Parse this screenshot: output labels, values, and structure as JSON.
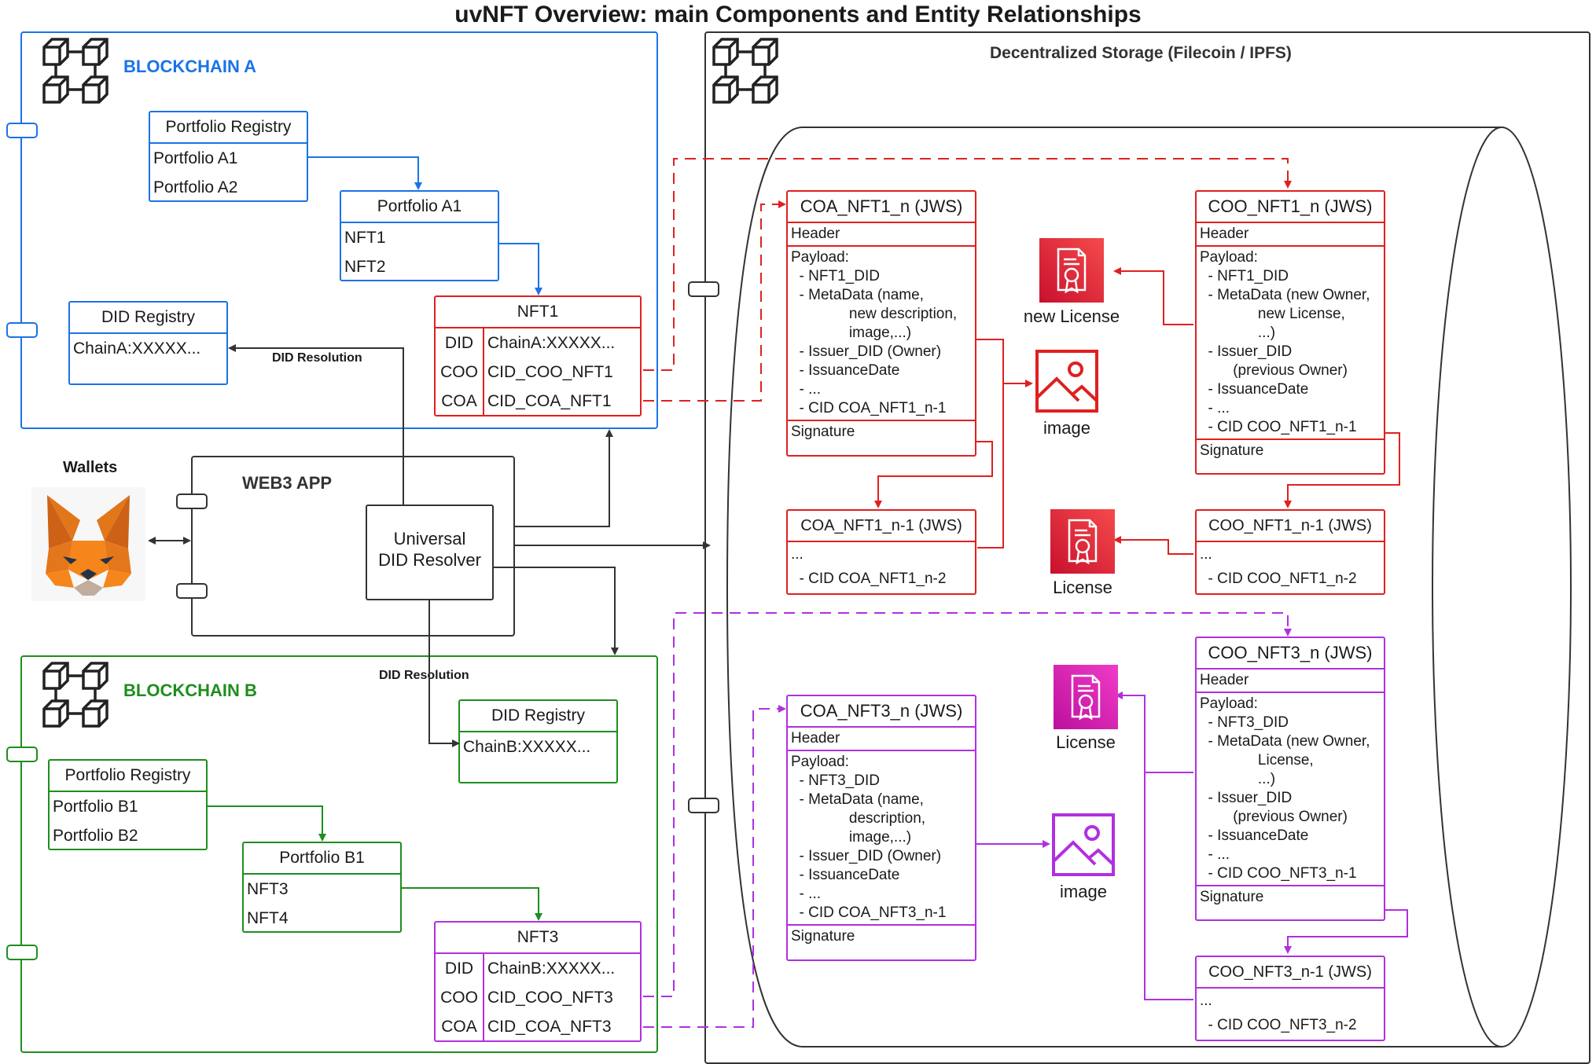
{
  "title": "uvNFT Overview: main Components and Entity Relationships",
  "colors": {
    "blockchain_a": "#1a73e8",
    "blockchain_b": "#1e8e1e",
    "nft1": "#e02020",
    "nft3": "#b030e0",
    "neutral": "#333333"
  },
  "blockchain_a": {
    "label": "BLOCKCHAIN A",
    "icon": "blockchain-cubes-icon",
    "portfolio_registry": {
      "title": "Portfolio Registry",
      "items": [
        "Portfolio A1",
        "Portfolio A2"
      ]
    },
    "portfolio": {
      "title": "Portfolio A1",
      "items": [
        "NFT1",
        "NFT2"
      ]
    },
    "did_registry": {
      "title": "DID Registry",
      "items": [
        "ChainA:XXXXX..."
      ]
    },
    "nft": {
      "title": "NFT1",
      "rows": [
        {
          "key": "DID",
          "value": "ChainA:XXXXX..."
        },
        {
          "key": "COO",
          "value": "CID_COO_NFT1"
        },
        {
          "key": "COA",
          "value": "CID_COA_NFT1"
        }
      ]
    }
  },
  "blockchain_b": {
    "label": "BLOCKCHAIN B",
    "icon": "blockchain-cubes-icon",
    "portfolio_registry": {
      "title": "Portfolio Registry",
      "items": [
        "Portfolio B1",
        "Portfolio B2"
      ]
    },
    "portfolio": {
      "title": "Portfolio B1",
      "items": [
        "NFT3",
        "NFT4"
      ]
    },
    "did_registry": {
      "title": "DID Registry",
      "items": [
        "ChainB:XXXXX..."
      ]
    },
    "nft": {
      "title": "NFT3",
      "rows": [
        {
          "key": "DID",
          "value": "ChainB:XXXXX..."
        },
        {
          "key": "COO",
          "value": "CID_COO_NFT3"
        },
        {
          "key": "COA",
          "value": "CID_COA_NFT3"
        }
      ]
    }
  },
  "wallets": {
    "label": "Wallets",
    "icon": "metamask-fox-icon"
  },
  "web3_app": {
    "label": "WEB3 APP",
    "resolver_line1": "Universal",
    "resolver_line2": "DID Resolver"
  },
  "did_resolution_label": "DID Resolution",
  "storage": {
    "label": "Decentralized Storage (Filecoin / IPFS)",
    "icon": "blockchain-cubes-icon"
  },
  "jws": {
    "coa_nft1_n": {
      "title": "COA_NFT1_n  (JWS)",
      "header": "Header",
      "payload": "Payload:\n  - NFT1_DID\n  - MetaData (name,\n              new description,\n              image,...)\n  - Issuer_DID (Owner)\n  - IssuanceDate\n  - ...\n  - CID COA_NFT1_n-1",
      "signature": "Signature"
    },
    "coo_nft1_n": {
      "title": "COO_NFT1_n  (JWS)",
      "header": "Header",
      "payload": "Payload:\n  - NFT1_DID\n  - MetaData (new Owner,\n              new License,\n              ...)\n  - Issuer_DID\n        (previous Owner)\n  - IssuanceDate\n  - ...\n  - CID COO_NFT1_n-1",
      "signature": "Signature"
    },
    "coa_nft1_n1": {
      "title": "COA_NFT1_n-1  (JWS)",
      "dots": "...",
      "cid": "  - CID COA_NFT1_n-2"
    },
    "coo_nft1_n1": {
      "title": "COO_NFT1_n-1  (JWS)",
      "dots": "...",
      "cid": "  - CID COO_NFT1_n-2"
    },
    "coa_nft3_n": {
      "title": "COA_NFT3_n  (JWS)",
      "header": "Header",
      "payload": "Payload:\n  - NFT3_DID\n  - MetaData (name,\n              description,\n              image,...)\n  - Issuer_DID (Owner)\n  - IssuanceDate\n  - ...\n  - CID COA_NFT3_n-1",
      "signature": "Signature"
    },
    "coo_nft3_n": {
      "title": "COO_NFT3_n  (JWS)",
      "header": "Header",
      "payload": "Payload:\n  - NFT3_DID\n  - MetaData (new Owner,\n              License,\n              ...)\n  - Issuer_DID\n        (previous Owner)\n  - IssuanceDate\n  - ...\n  - CID COO_NFT3_n-1",
      "signature": "Signature"
    },
    "coo_nft3_n1": {
      "title": "COO_NFT3_n-1  (JWS)",
      "dots": "...",
      "cid": "  - CID COO_NFT3_n-2"
    }
  },
  "assets": {
    "new_license": {
      "caption": "new License",
      "icon": "license-certificate-icon"
    },
    "image1": {
      "caption": "image",
      "icon": "image-icon"
    },
    "license1": {
      "caption": "License",
      "icon": "license-certificate-icon"
    },
    "license3": {
      "caption": "License",
      "icon": "license-certificate-icon"
    },
    "image3": {
      "caption": "image",
      "icon": "image-icon"
    }
  }
}
